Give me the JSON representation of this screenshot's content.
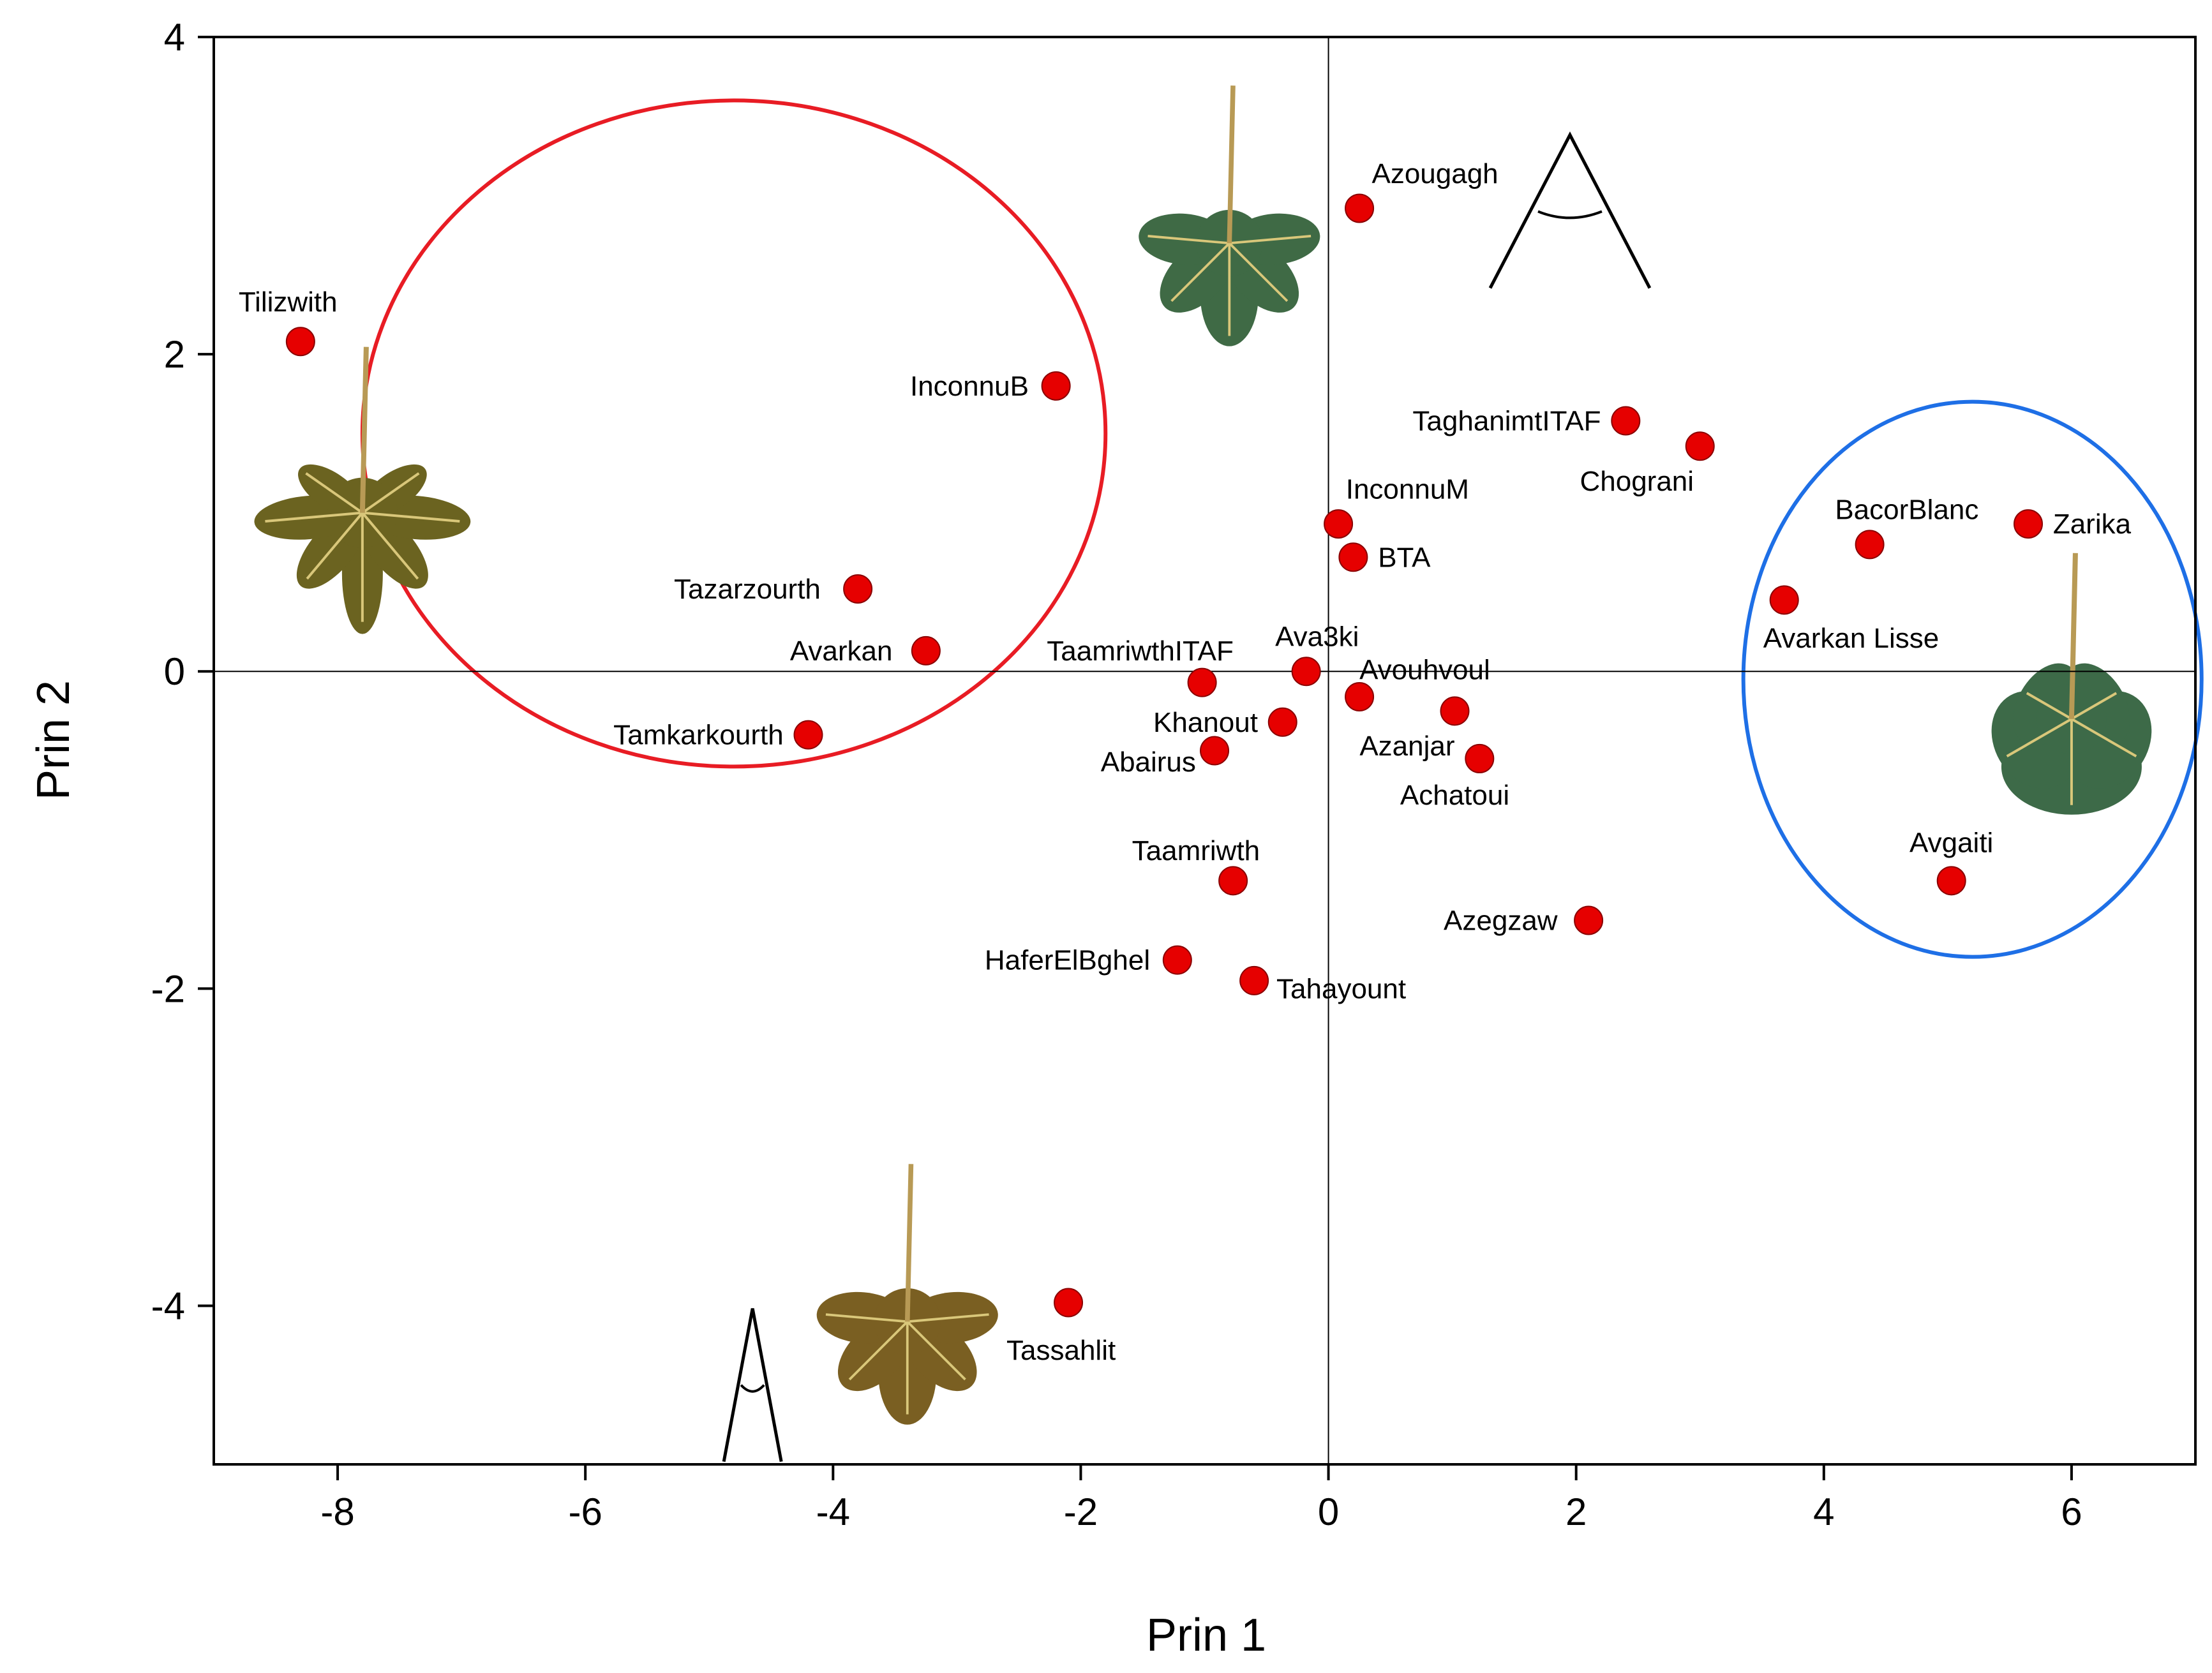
{
  "chart_data": {
    "type": "scatter",
    "xlabel": "Prin 1",
    "ylabel": "Prin 2",
    "xlim": [
      -9,
      7
    ],
    "ylim": [
      -5,
      4
    ],
    "xticks": [
      -8,
      -6,
      -4,
      -2,
      0,
      2,
      4,
      6
    ],
    "yticks": [
      -4,
      -2,
      0,
      2,
      4
    ],
    "grid": false,
    "reference_lines": {
      "x": 0,
      "y": 0
    },
    "marker_color": "#e60000",
    "points": [
      {
        "label": "Tilizwith",
        "x": -8.3,
        "y": 2.08,
        "anchor": "start",
        "dx": -0.5,
        "dy": 0.25
      },
      {
        "label": "InconnuB",
        "x": -2.2,
        "y": 1.8,
        "anchor": "end",
        "dx": -0.22,
        "dy": 0.0
      },
      {
        "label": "Tazarzourth",
        "x": -3.8,
        "y": 0.52,
        "anchor": "end",
        "dx": -0.3,
        "dy": 0.0
      },
      {
        "label": "Avarkan",
        "x": -3.25,
        "y": 0.13,
        "anchor": "end",
        "dx": -0.27,
        "dy": 0.0
      },
      {
        "label": "Tamkarkourth",
        "x": -4.2,
        "y": -0.4,
        "anchor": "end",
        "dx": -0.2,
        "dy": 0.0
      },
      {
        "label": "Azougagh",
        "x": 0.25,
        "y": 2.92,
        "anchor": "start",
        "dx": 0.1,
        "dy": 0.22
      },
      {
        "label": "TaghanimtITAF",
        "x": 2.4,
        "y": 1.58,
        "anchor": "end",
        "dx": -0.2,
        "dy": 0.0
      },
      {
        "label": "Chograni",
        "x": 3.0,
        "y": 1.42,
        "anchor": "end",
        "dx": -0.05,
        "dy": -0.22
      },
      {
        "label": "InconnuM",
        "x": 0.08,
        "y": 0.93,
        "anchor": "start",
        "dx": 0.06,
        "dy": 0.22
      },
      {
        "label": "BTA",
        "x": 0.2,
        "y": 0.72,
        "anchor": "start",
        "dx": 0.2,
        "dy": 0.0
      },
      {
        "label": "BacorBlanc",
        "x": 4.37,
        "y": 0.8,
        "anchor": "middle",
        "dx": 0.3,
        "dy": 0.22
      },
      {
        "label": "Zarika",
        "x": 5.65,
        "y": 0.93,
        "anchor": "start",
        "dx": 0.2,
        "dy": 0.0
      },
      {
        "label": "Avarkan Lisse",
        "x": 3.68,
        "y": 0.45,
        "anchor": "start",
        "dx": -0.17,
        "dy": -0.24
      },
      {
        "label": "Ava3ki",
        "x": -0.18,
        "y": 0.0,
        "anchor": "start",
        "dx": -0.25,
        "dy": 0.22
      },
      {
        "label": "TaamriwthITAF",
        "x": -1.02,
        "y": -0.07,
        "anchor": "middle",
        "dx": -0.5,
        "dy": 0.2
      },
      {
        "label": "Avouhvoul",
        "x": 0.25,
        "y": -0.16,
        "anchor": "start",
        "dx": 0.0,
        "dy": 0.17
      },
      {
        "label": "Khanout",
        "x": -0.37,
        "y": -0.32,
        "anchor": "end",
        "dx": -0.2,
        "dy": 0.0
      },
      {
        "label": "Azanjar",
        "x": 1.02,
        "y": -0.25,
        "anchor": "end",
        "dx": 0.0,
        "dy": -0.22
      },
      {
        "label": "Abairus",
        "x": -0.92,
        "y": -0.5,
        "anchor": "end",
        "dx": -0.15,
        "dy": -0.07
      },
      {
        "label": "Achatoui",
        "x": 1.22,
        "y": -0.55,
        "anchor": "middle",
        "dx": -0.2,
        "dy": -0.23
      },
      {
        "label": "Avgaiti",
        "x": 5.03,
        "y": -1.32,
        "anchor": "middle",
        "dx": 0.0,
        "dy": 0.24
      },
      {
        "label": "Taamriwth",
        "x": -0.77,
        "y": -1.32,
        "anchor": "middle",
        "dx": -0.3,
        "dy": 0.19
      },
      {
        "label": "Azegzaw",
        "x": 2.1,
        "y": -1.57,
        "anchor": "end",
        "dx": -0.25,
        "dy": 0.0
      },
      {
        "label": "HaferElBghel",
        "x": -1.22,
        "y": -1.82,
        "anchor": "end",
        "dx": -0.22,
        "dy": 0.0
      },
      {
        "label": "Tahayount",
        "x": -0.6,
        "y": -1.95,
        "anchor": "start",
        "dx": 0.18,
        "dy": -0.05
      },
      {
        "label": "Tassahlit",
        "x": -2.1,
        "y": -3.98,
        "anchor": "start",
        "dx": -0.5,
        "dy": -0.3
      }
    ]
  },
  "annotations": {
    "red_ellipse": {
      "color": "#e81c24",
      "cx": -4.8,
      "cy": 1.5,
      "rx": 3.0,
      "ry": 2.1
    },
    "blue_ellipse": {
      "color": "#1e6fe6",
      "cx": 5.2,
      "cy": -0.05,
      "rx": 1.85,
      "ry": 1.75
    },
    "leaves": [
      {
        "name": "deeply-lobed-leaf",
        "x": -7.8,
        "y": 1.0,
        "color": "#6b6320"
      },
      {
        "name": "lobed-leaf-top",
        "x": -0.8,
        "y": 2.7,
        "color": "#3f6a45"
      },
      {
        "name": "rounded-leaf-right",
        "x": 6.0,
        "y": -0.3,
        "color": "#3d6a48"
      },
      {
        "name": "lobed-leaf-bottom",
        "x": -3.4,
        "y": -4.1,
        "color": "#7a5f22"
      }
    ]
  }
}
